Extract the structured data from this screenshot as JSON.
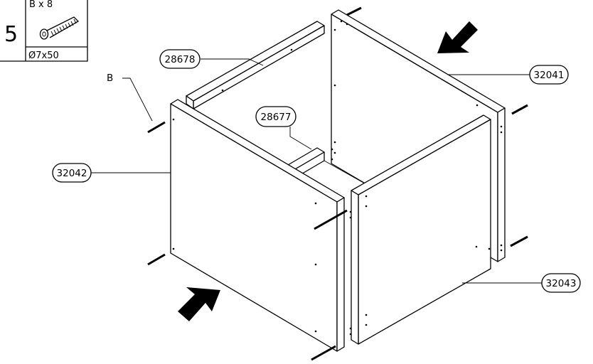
{
  "step": {
    "number": "5",
    "hardware_qty": "B x 8",
    "hardware_size": "Ø7x50"
  },
  "callouts": {
    "screw_letter": "B",
    "part_back": "28678",
    "part_top_right": "32041",
    "part_middle": "28677",
    "part_left": "32042",
    "part_right": "32043"
  }
}
